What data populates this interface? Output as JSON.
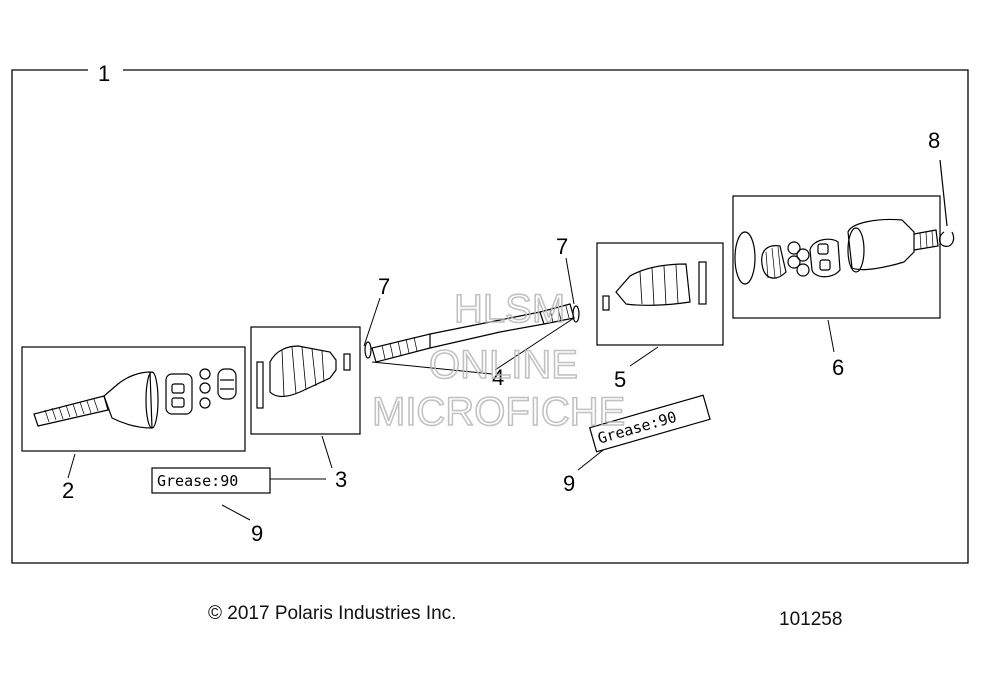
{
  "diagram": {
    "callouts": {
      "c1": "1",
      "c2": "2",
      "c3": "3",
      "c4": "4",
      "c5": "5",
      "c6": "6",
      "c7a": "7",
      "c7b": "7",
      "c8": "8",
      "c9a": "9",
      "c9b": "9"
    },
    "grease_label_left": "Grease:90",
    "grease_label_right": "Grease:90"
  },
  "watermark": {
    "line1": "HLSM",
    "line2": "ONLINE",
    "line3": "MICROFICHE"
  },
  "footer": {
    "copyright": "© 2017 Polaris Industries Inc.",
    "figure_id": "101258"
  }
}
